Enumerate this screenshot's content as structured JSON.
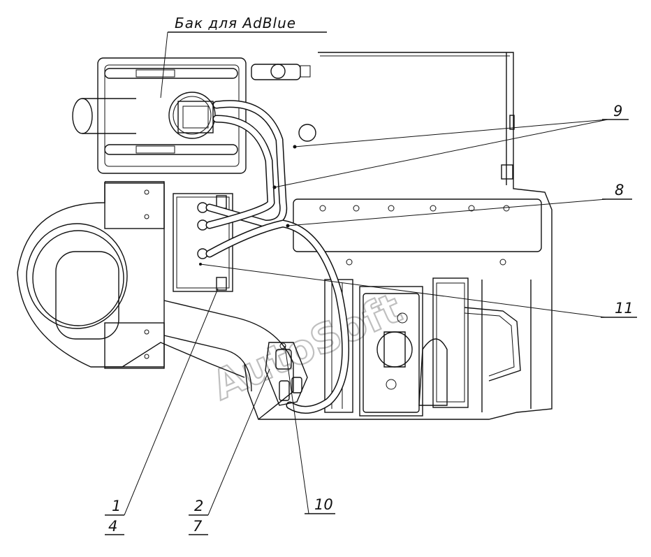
{
  "title": "Бак для  AdBlue",
  "watermark": "AutoSoft",
  "callouts": {
    "c9": "9",
    "c8": "8",
    "c11": "11",
    "c10": "10",
    "c1_top": "1",
    "c1_bottom": "4",
    "c2_top": "2",
    "c2_bottom": "7"
  }
}
